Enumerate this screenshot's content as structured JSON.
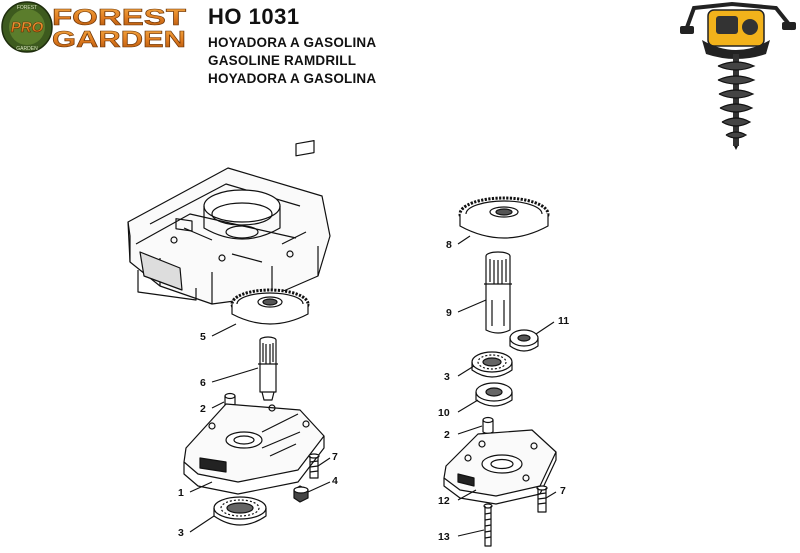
{
  "brand": {
    "badge": "PRO",
    "word1": "FOREST",
    "word2": "GARDEN",
    "ring_top": "FOREST",
    "ring_bottom": "GARDEN"
  },
  "header": {
    "model": "HO 1031",
    "lines": [
      "HOYADORA A GASOLINA",
      "GASOLINE RAMDRILL",
      "HOYADORA A GASOLINA"
    ]
  },
  "product_image": {
    "icon": "earth-auger-icon"
  },
  "callouts": {
    "c5": "5",
    "c6": "6",
    "c2a": "2",
    "c7a": "7",
    "c4": "4",
    "c1": "1",
    "c3a": "3",
    "c8": "8",
    "c9": "9",
    "c11": "11",
    "c3b": "3",
    "c10": "10",
    "c2b": "2",
    "c12": "12",
    "c7b": "7",
    "c13": "13"
  },
  "colors": {
    "brand_orange": "#e07b1f",
    "badge_green": "#3d5a1e",
    "auger_yellow": "#f2b21b"
  }
}
